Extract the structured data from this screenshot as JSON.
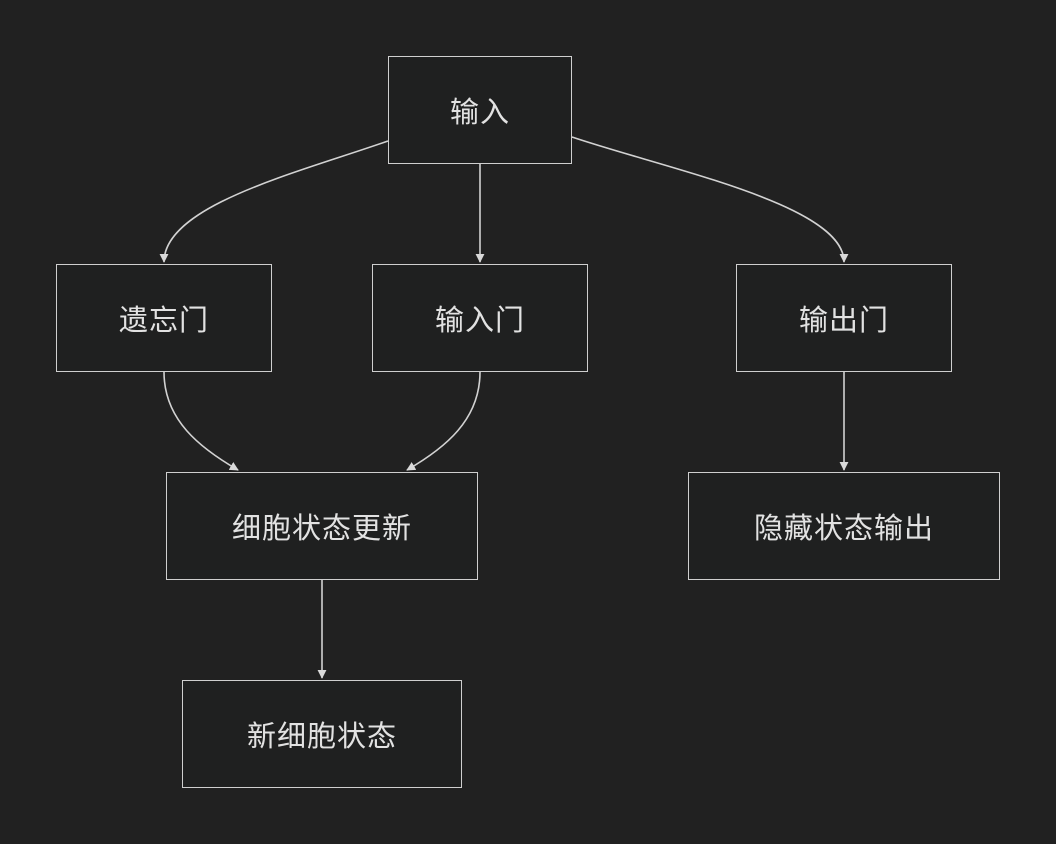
{
  "colors": {
    "background": "#212121",
    "node_fill": "#1f2020",
    "node_border": "#cfcfcf",
    "text": "#e2e2e2",
    "edge": "#d2d2d2"
  },
  "nodes": {
    "input": "输入",
    "forget_gate": "遗忘门",
    "input_gate": "输入门",
    "output_gate": "输出门",
    "cell_state_update": "细胞状态更新",
    "hidden_state_output": "隐藏状态输出",
    "new_cell_state": "新细胞状态"
  },
  "edges": [
    {
      "from": "input",
      "to": "forget_gate"
    },
    {
      "from": "input",
      "to": "input_gate"
    },
    {
      "from": "input",
      "to": "output_gate"
    },
    {
      "from": "forget_gate",
      "to": "cell_state_update"
    },
    {
      "from": "input_gate",
      "to": "cell_state_update"
    },
    {
      "from": "output_gate",
      "to": "hidden_state_output"
    },
    {
      "from": "cell_state_update",
      "to": "new_cell_state"
    }
  ]
}
